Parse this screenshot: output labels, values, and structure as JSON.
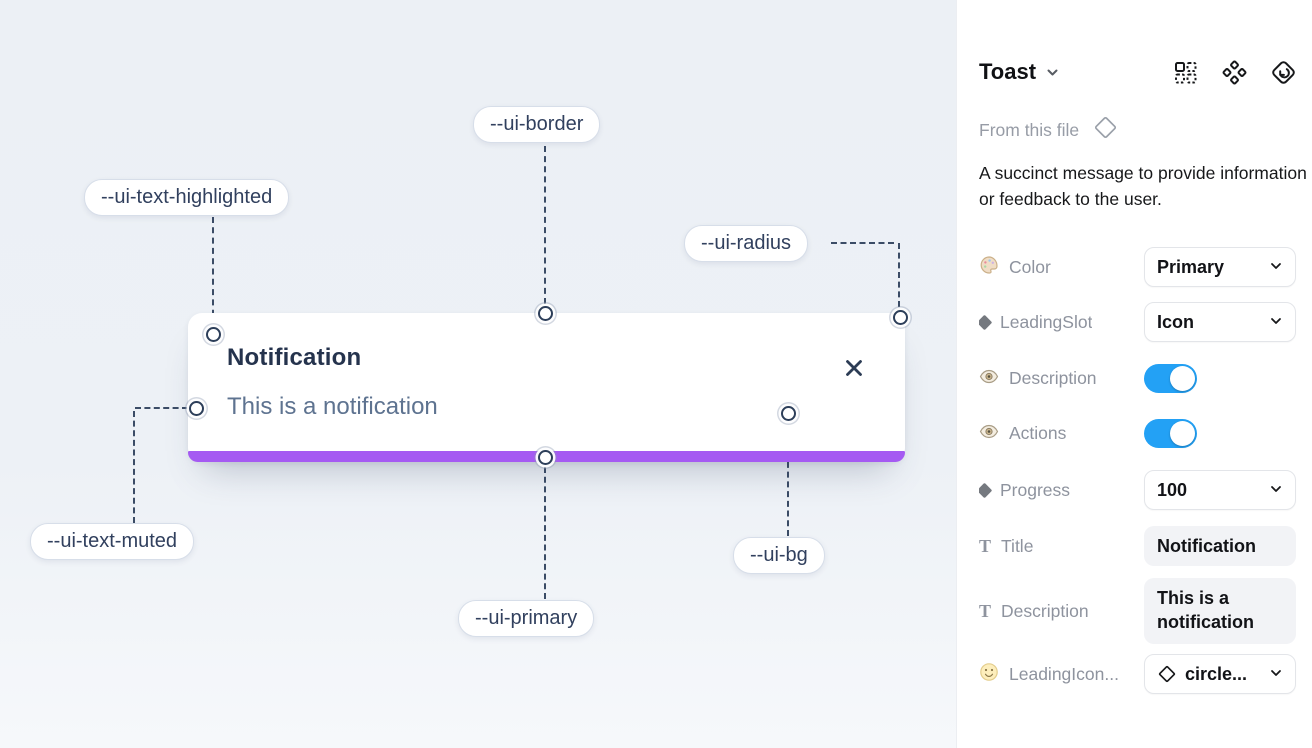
{
  "canvas": {
    "toast": {
      "title": "Notification",
      "description": "This is a notification",
      "close_icon": "x-close",
      "progress_color": "#a55af2"
    },
    "annotations": {
      "border": "--ui-border",
      "text_highlighted": "--ui-text-highlighted",
      "radius": "--ui-radius",
      "text_muted": "--ui-text-muted",
      "primary": "--ui-primary",
      "bg": "--ui-bg"
    }
  },
  "panel": {
    "title": "Toast",
    "source_label": "From this file",
    "description": "A succinct message to provide information or feedback to the user.",
    "header_icons": [
      "dashed-grid-instance-icon",
      "component-four-diamonds-icon",
      "return-to-component-icon"
    ],
    "properties": [
      {
        "label": "Color",
        "icon": "palette-icon",
        "control": "select",
        "value": "Primary"
      },
      {
        "label": "LeadingSlot",
        "icon": "diamond-icon",
        "control": "select",
        "value": "Icon"
      },
      {
        "label": "Description",
        "icon": "eye-icon",
        "control": "toggle",
        "value": "on"
      },
      {
        "label": "Actions",
        "icon": "eye-icon",
        "control": "toggle",
        "value": "on"
      },
      {
        "label": "Progress",
        "icon": "diamond-icon",
        "control": "select",
        "value": "100"
      },
      {
        "label": "Title",
        "icon": "text-icon",
        "control": "field",
        "value": "Notification"
      },
      {
        "label": "Description",
        "icon": "text-icon",
        "control": "field",
        "value": "This is a notification"
      },
      {
        "label": "LeadingIcon...",
        "icon": "smiley-icon",
        "control": "select",
        "value": "circle..."
      }
    ],
    "colors": {
      "toggle_on": "#23a1f5",
      "accent_primary": "#a55af2"
    }
  }
}
